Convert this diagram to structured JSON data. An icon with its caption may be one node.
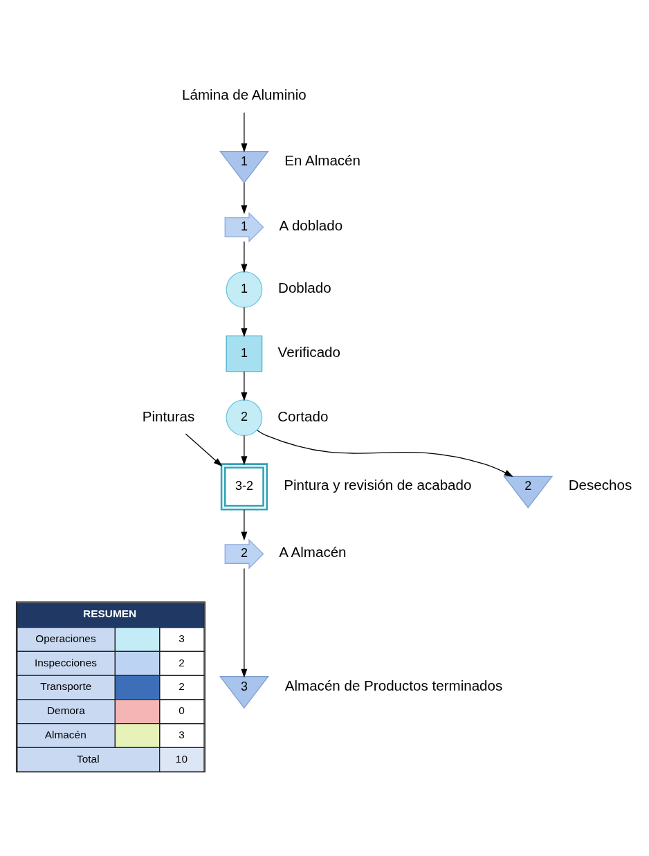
{
  "diagram": {
    "nodes": [
      {
        "text": [
          "Lámina de Aluminio"
        ]
      },
      {
        "text": [
          "1"
        ],
        "beside": [
          "En Almacén"
        ]
      },
      {
        "text": [
          "1"
        ],
        "beside": [
          "A doblado"
        ]
      },
      {
        "text": [
          "1"
        ],
        "beside": [
          "Doblado"
        ]
      },
      {
        "text": [
          "1"
        ],
        "beside": [
          "Verificado"
        ]
      },
      {
        "text": [
          "2"
        ],
        "beside": [
          "Cortado"
        ]
      },
      {
        "text": [
          "Pinturas"
        ]
      },
      {
        "text": [
          "3-2"
        ],
        "beside": [
          "Pintura y revisión de acabado"
        ]
      },
      {
        "text": [
          "2"
        ],
        "beside": [
          "Desechos"
        ]
      },
      {
        "text": [
          "2"
        ],
        "beside": [
          "A Almacén"
        ]
      },
      {
        "text": [
          "3"
        ],
        "beside": [
          "Almacén de Productos terminados"
        ]
      }
    ],
    "edges": [
      {
        "from": 0,
        "to": 1,
        "arrow": "to"
      },
      {
        "from": 1,
        "to": 2,
        "arrow": "to"
      },
      {
        "from": 2,
        "to": 3,
        "arrow": "to"
      },
      {
        "from": 3,
        "to": 4,
        "arrow": "to"
      },
      {
        "from": 4,
        "to": 5,
        "arrow": "to"
      },
      {
        "from": 6,
        "to": 7,
        "arrow": "to"
      },
      {
        "from": 5,
        "to": 7,
        "arrow": "to"
      },
      {
        "from": 5,
        "to": 8,
        "arrow": "to"
      },
      {
        "from": 7,
        "to": 9,
        "arrow": "to"
      },
      {
        "from": 9,
        "to": 10,
        "arrow": "to"
      }
    ],
    "labels": [
      "RESUMEN",
      "Operaciones",
      "3",
      "Inspecciones",
      "2",
      "Transporte",
      "2",
      "Demora",
      "0",
      "Almacén",
      "3",
      "Total",
      "10"
    ]
  }
}
